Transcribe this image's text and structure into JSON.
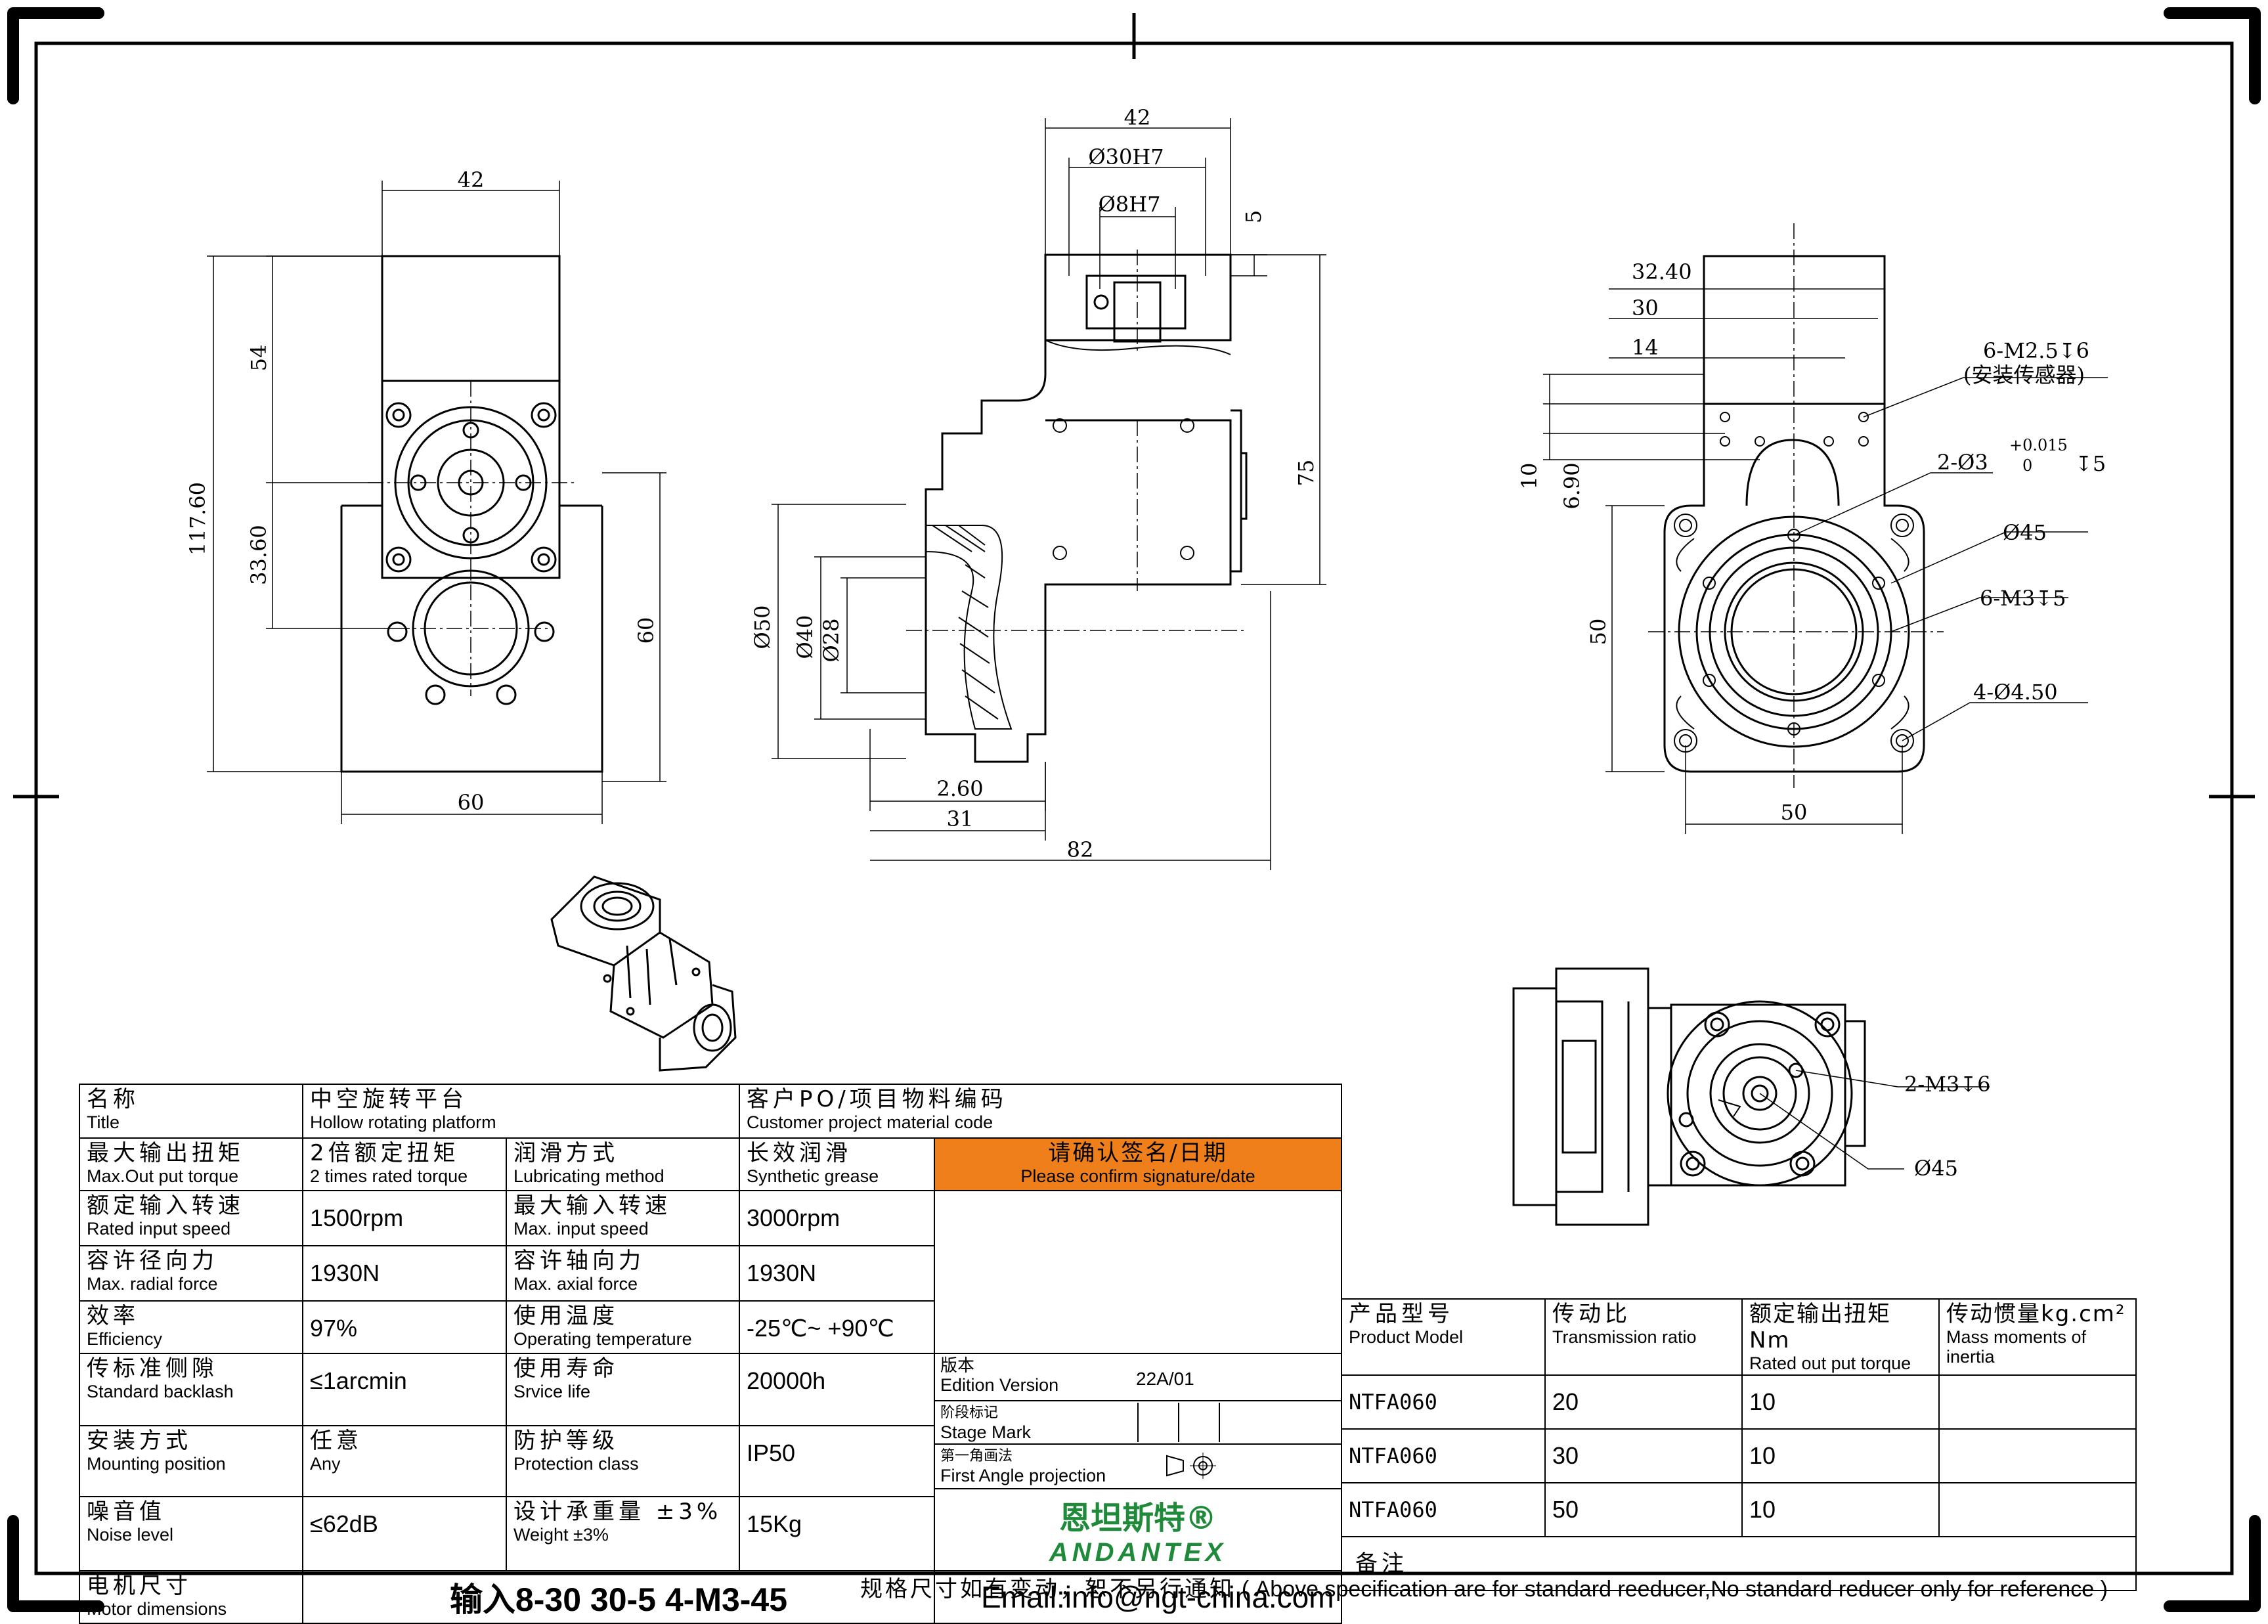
{
  "dims": {
    "front": {
      "w42": "42",
      "h54": "54",
      "h117": "117.60",
      "h33": "33.60",
      "h60": "60",
      "w60": "60"
    },
    "side": {
      "w42": "42",
      "d30": "Ø30H7",
      "d8": "Ø8H7",
      "v5": "5",
      "v75": "75",
      "d50": "Ø50",
      "d40": "Ø40",
      "d28": "Ø28",
      "h260": "2.60",
      "h31": "31",
      "h82": "82"
    },
    "right": {
      "h3240": "32.40",
      "h30": "30",
      "h14": "14",
      "m25": "6-M2.5",
      "m25depth": "6",
      "sensor": "(安装传感器)",
      "v10": "10",
      "v690": "6.90",
      "pin": "2-Ø3",
      "tol_up": "+0.015",
      "tol_low": "0",
      "pin_depth": "5",
      "d45": "Ø45",
      "m3": "6-M3",
      "m3depth": "5",
      "v50": "50",
      "hole": "4-Ø4.50",
      "w50": "50"
    },
    "small": {
      "m3b": "2-M3",
      "m3b_depth": "6",
      "d45": "Ø45"
    }
  },
  "title_block": {
    "row_title": {
      "label_cn": "名称",
      "label_en": "Title",
      "value_cn": "中空旋转平台",
      "value_en": "Hollow rotating platform",
      "po_cn": "客户PO/项目物料编码",
      "po_en": "Customer project material code"
    },
    "row1": {
      "l1_cn": "最大输出扭矩",
      "l1_en": "Max.Out put torque",
      "v1_cn": "2倍额定扭矩",
      "v1_en": "2 times rated torque",
      "l2_cn": "润滑方式",
      "l2_en": "Lubricating method",
      "v2_cn": "长效润滑",
      "v2_en": "Synthetic grease",
      "sign_cn": "请确认签名/日期",
      "sign_en": "Please confirm signature/date"
    },
    "row2": {
      "l1_cn": "额定输入转速",
      "l1_en": "Rated input speed",
      "v1": "1500rpm",
      "l2_cn": "最大输入转速",
      "l2_en": "Max. input speed",
      "v2": "3000rpm"
    },
    "row3": {
      "l1_cn": "容许径向力",
      "l1_en": "Max. radial force",
      "v1": "1930N",
      "l2_cn": "容许轴向力",
      "l2_en": "Max. axial force",
      "v2": "1930N"
    },
    "row4": {
      "l1_cn": "效率",
      "l1_en": "Efficiency",
      "v1": "97%",
      "l2_cn": "使用温度",
      "l2_en": "Operating temperature",
      "v2": "-25℃~ +90℃"
    },
    "row5": {
      "l1_cn": "传标准侧隙",
      "l1_en": "Standard backlash",
      "v1": "≤1arcmin",
      "l2_cn": "使用寿命",
      "l2_en": "Srvice life",
      "v2": "20000h"
    },
    "row6": {
      "l1_cn": "安装方式",
      "l1_en": "Mounting position",
      "v1_cn": "任意",
      "v1_en": "Any",
      "l2_cn": "防护等级",
      "l2_en": "Protection class",
      "v2": "IP50"
    },
    "row7": {
      "l1_cn": "噪音值",
      "l1_en": "Noise level",
      "v1": "≤62dB",
      "l2_cn": "设计承重量 ±3%",
      "l2_en": "Weight ±3%",
      "v2": "15Kg"
    },
    "row8": {
      "l1_cn": "电机尺寸",
      "l1_en": "Motor dimensions",
      "v1": "输入8-30 30-5 4-M3-45"
    },
    "edition": {
      "label_cn": "版本",
      "label_en": "Edition Version",
      "value": "22A/01"
    },
    "stage": {
      "label_cn": "阶段标记",
      "label_en": "Stage Mark"
    },
    "projection": {
      "label_cn": "第一角画法",
      "label_en": "First Angle projection"
    },
    "logo": {
      "cn": "恩坦斯特®",
      "en": "ANDANTEX"
    },
    "email": "Email:info@ngt-china.com",
    "remark": "备注",
    "products": {
      "headers": [
        {
          "cn": "产品型号",
          "en": "Product Model"
        },
        {
          "cn": "传动比",
          "en": "Transmission ratio"
        },
        {
          "cn": "额定输出扭矩Nm",
          "en": "Rated out put torque"
        },
        {
          "cn": "传动惯量kg.cm²",
          "en": "Mass moments of inertia"
        }
      ],
      "rows": [
        {
          "model": "NTFA060",
          "ratio": "20",
          "torque": "10",
          "inertia": ""
        },
        {
          "model": "NTFA060",
          "ratio": "30",
          "torque": "10",
          "inertia": ""
        },
        {
          "model": "NTFA060",
          "ratio": "50",
          "torque": "10",
          "inertia": ""
        }
      ]
    }
  },
  "footnote": {
    "cn": "规格尺寸如有变动，恕不另行通知",
    "en": "( Above specification are for standard reeducer,No standard reducer only for reference )"
  }
}
